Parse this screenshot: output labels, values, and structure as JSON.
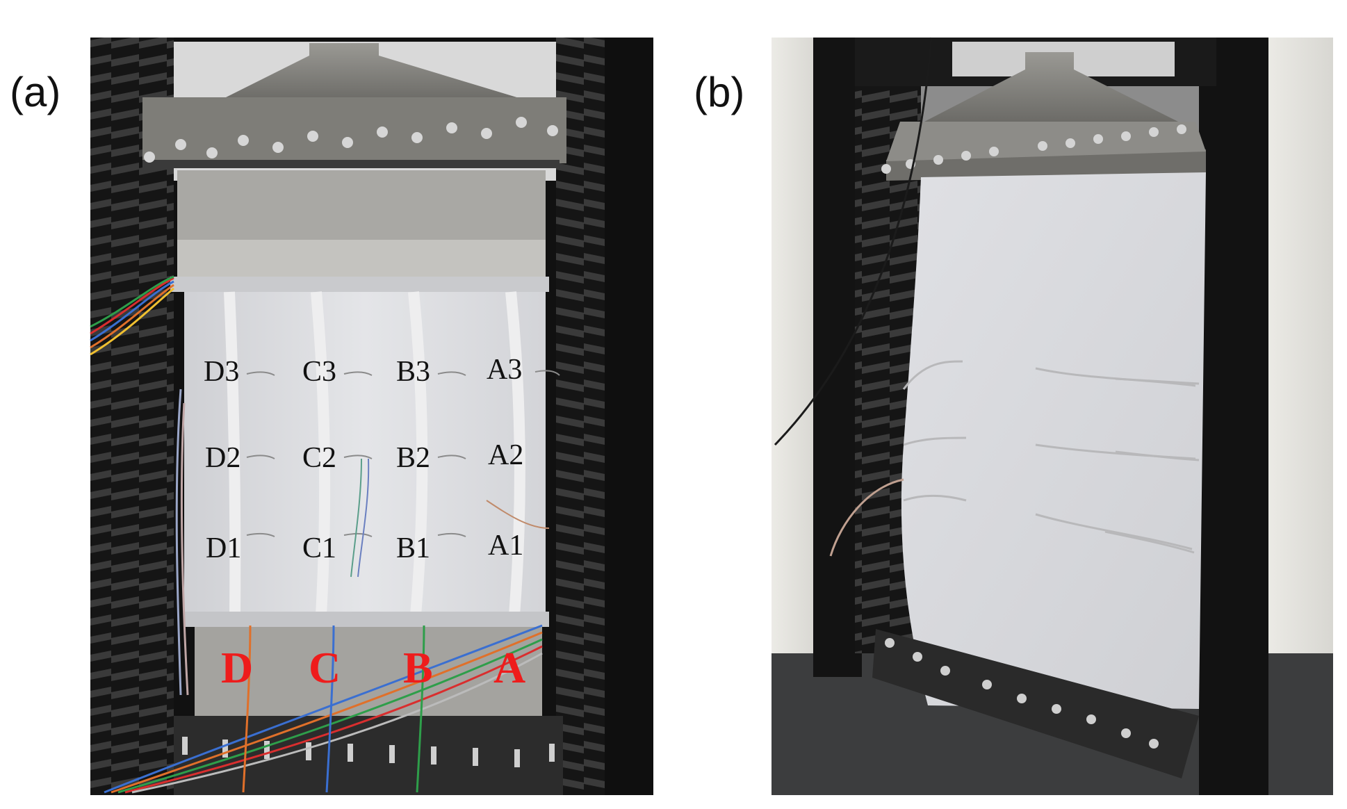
{
  "figure": {
    "panel_a_label": "(a)",
    "panel_b_label": "(b)"
  },
  "panel_a": {
    "gauge_labels": {
      "row3": [
        "D3",
        "C3",
        "B3",
        "A3"
      ],
      "row2": [
        "D2",
        "C2",
        "B2",
        "A2"
      ],
      "row1": [
        "D1",
        "C1",
        "B1",
        "A1"
      ]
    },
    "stiffener_labels": [
      "D",
      "C",
      "B",
      "A"
    ],
    "stiffener_label_color": "#ee1c1c"
  },
  "colors": {
    "frame_dark": "#1b1b1b",
    "steel": "#8b8a86",
    "plate": "#dcdde0",
    "floor": "#3a3b3c",
    "wall": "#e7e6e1"
  }
}
